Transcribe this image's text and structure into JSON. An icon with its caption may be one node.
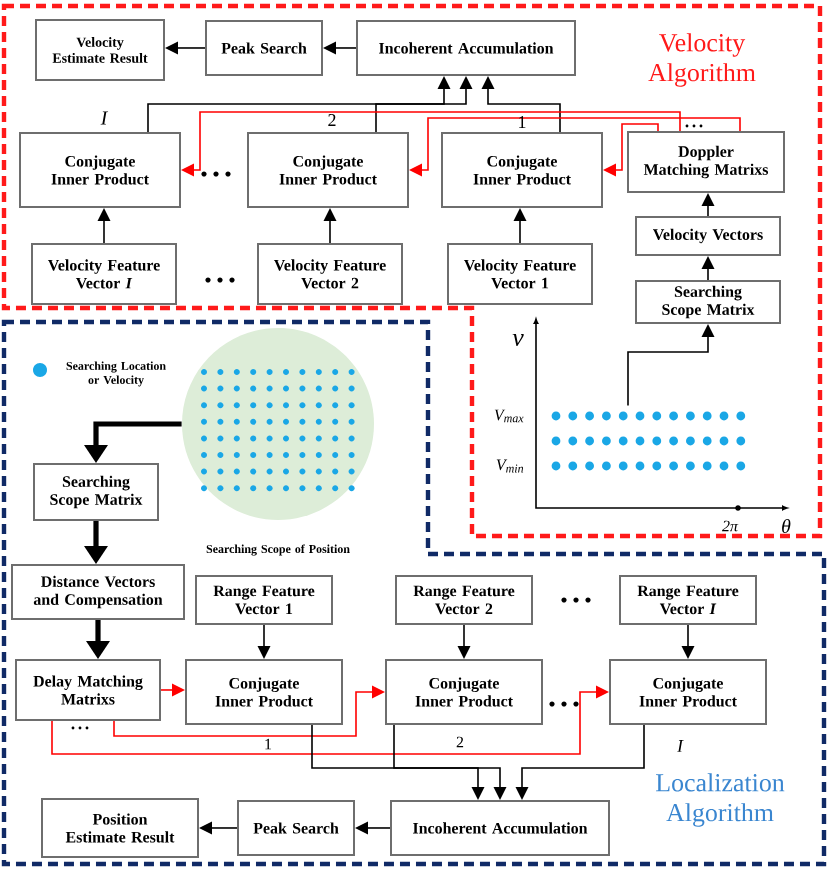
{
  "diagram": {
    "nodes": [
      {
        "text": [
          "Velocity Algorithm"
        ]
      },
      {
        "text": [
          "Velocity Estimate Result"
        ],
        "in": 0
      },
      {
        "text": [
          "Peak Search"
        ],
        "in": 0
      },
      {
        "text": [
          "Incoherent Accumulation"
        ],
        "in": 0
      },
      {
        "text": [
          "Conjugate Inner Product"
        ],
        "in": 0
      },
      {
        "text": [
          "Conjugate Inner Product"
        ],
        "in": 0
      },
      {
        "text": [
          "Conjugate Inner Product"
        ],
        "in": 0
      },
      {
        "text": [
          "Doppler Matching Matrixs"
        ],
        "in": 0
      },
      {
        "text": [
          "Velocity Feature Vector *I*"
        ],
        "in": 0
      },
      {
        "text": [
          "Velocity Feature Vector 2"
        ],
        "in": 0
      },
      {
        "text": [
          "Velocity Feature Vector 1"
        ],
        "in": 0
      },
      {
        "text": [
          "Velocity Vectors"
        ],
        "in": 0
      },
      {
        "text": [
          "Searching Scope Matrix"
        ],
        "in": 0
      },
      {
        "text": [],
        "shape": "dots",
        "in": 0
      },
      {
        "text": [
          "Localization Algorithm"
        ]
      },
      {
        "text": [],
        "shape": "circle",
        "beside": [
          "Searching Scope of Position"
        ],
        "in": 14
      },
      {
        "text": [
          "Searching Scope Matrix"
        ],
        "in": 14
      },
      {
        "text": [
          "Distance Vectors and Compensation"
        ],
        "in": 14
      },
      {
        "text": [
          "Delay Matching Matrixs"
        ],
        "in": 14
      },
      {
        "text": [
          "Range Feature Vector 1"
        ],
        "in": 14
      },
      {
        "text": [
          "Range Feature Vector 2"
        ],
        "in": 14
      },
      {
        "text": [
          "Range Feature Vector *I*"
        ],
        "in": 14
      },
      {
        "text": [
          "Conjugate Inner Product"
        ],
        "in": 14
      },
      {
        "text": [
          "Conjugate Inner Product"
        ],
        "in": 14
      },
      {
        "text": [
          "Conjugate Inner Product"
        ],
        "in": 14
      },
      {
        "text": [
          "Position Estimate Result"
        ],
        "in": 14
      },
      {
        "text": [
          "Peak Search"
        ],
        "in": 14
      },
      {
        "text": [
          "Incoherent Accumulation"
        ],
        "in": 14
      }
    ],
    "edges": [
      {
        "from": 3,
        "to": 2,
        "arrow": "to"
      },
      {
        "from": 2,
        "to": 1,
        "arrow": "to"
      },
      {
        "from": 4,
        "to": 3,
        "arrow": "to"
      },
      {
        "from": 5,
        "to": 3,
        "arrow": "to"
      },
      {
        "from": 6,
        "to": 3,
        "arrow": "to"
      },
      {
        "from": 8,
        "to": 4,
        "arrow": "to"
      },
      {
        "from": 9,
        "to": 5,
        "arrow": "to"
      },
      {
        "from": 10,
        "to": 6,
        "arrow": "to"
      },
      {
        "from": 7,
        "to": 6,
        "arrow": "to",
        "color": "#ff0000"
      },
      {
        "from": 7,
        "to": 5,
        "arrow": "to",
        "color": "#ff0000"
      },
      {
        "from": 7,
        "to": 4,
        "arrow": "to",
        "color": "#ff0000"
      },
      {
        "from": 11,
        "to": 7,
        "arrow": "to"
      },
      {
        "from": 12,
        "to": 11,
        "arrow": "to"
      },
      {
        "from": 13,
        "to": 12,
        "arrow": "to"
      },
      {
        "from": 15,
        "to": 16,
        "arrow": "to",
        "style": "thick"
      },
      {
        "from": 16,
        "to": 17,
        "arrow": "to",
        "style": "thick"
      },
      {
        "from": 17,
        "to": 18,
        "arrow": "to",
        "style": "thick"
      },
      {
        "from": 19,
        "to": 22,
        "arrow": "to"
      },
      {
        "from": 20,
        "to": 23,
        "arrow": "to"
      },
      {
        "from": 21,
        "to": 24,
        "arrow": "to"
      },
      {
        "from": 18,
        "to": 22,
        "arrow": "to",
        "color": "#ff0000"
      },
      {
        "from": 18,
        "to": 23,
        "arrow": "to",
        "color": "#ff0000"
      },
      {
        "from": 18,
        "to": 24,
        "arrow": "to",
        "color": "#ff0000"
      },
      {
        "from": 22,
        "to": 27,
        "arrow": "to"
      },
      {
        "from": 23,
        "to": 27,
        "arrow": "to"
      },
      {
        "from": 24,
        "to": 27,
        "arrow": "to"
      },
      {
        "from": 27,
        "to": 26,
        "arrow": "to"
      },
      {
        "from": 26,
        "to": 25,
        "arrow": "to"
      }
    ],
    "labels": [
      "I",
      "2",
      "1",
      "V$_{max}$",
      "V$_{min}$",
      "v",
      "2π",
      "θ",
      "1",
      "2",
      "I"
    ],
    "legend": [
      {
        "text": "Searching Location or Velocity",
        "color": "#1aa7e6"
      }
    ]
  }
}
